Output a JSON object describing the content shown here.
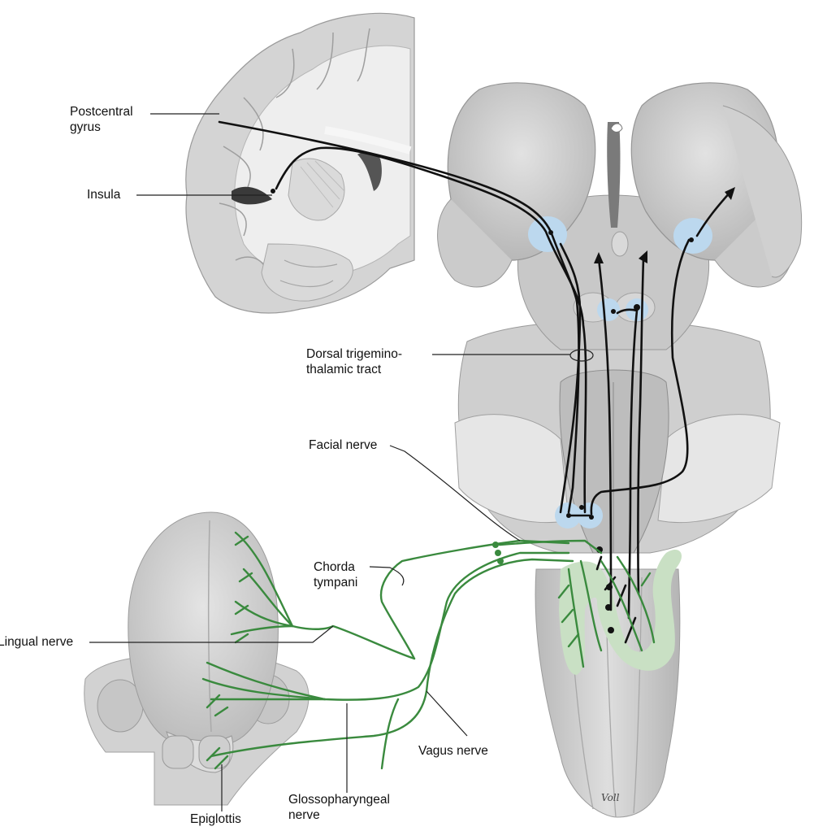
{
  "labels": {
    "postcentral_gyrus": [
      "Postcentral",
      "gyrus"
    ],
    "insula": "Insula",
    "dorsal_trigeminothalamic_tract": [
      "Dorsal trigemino-",
      "thalamic tract"
    ],
    "facial_nerve": "Facial nerve",
    "chorda_tympani": [
      "Chorda",
      "tympani"
    ],
    "lingual_nerve": "Lingual nerve",
    "vagus_nerve": "Vagus nerve",
    "glossopharyngeal_nerve": [
      "Glossopharyngeal",
      "nerve"
    ],
    "epiglottis": "Epiglottis",
    "signature": "Voll"
  },
  "colors": {
    "nerve_green": "#3a8a3e",
    "tract_black": "#111111",
    "nucleus_blue": "#bcd8ee",
    "solitary_green": "#c9e0c4",
    "tissue_grey": "#d2d2d2",
    "white_matter": "#ececec"
  }
}
